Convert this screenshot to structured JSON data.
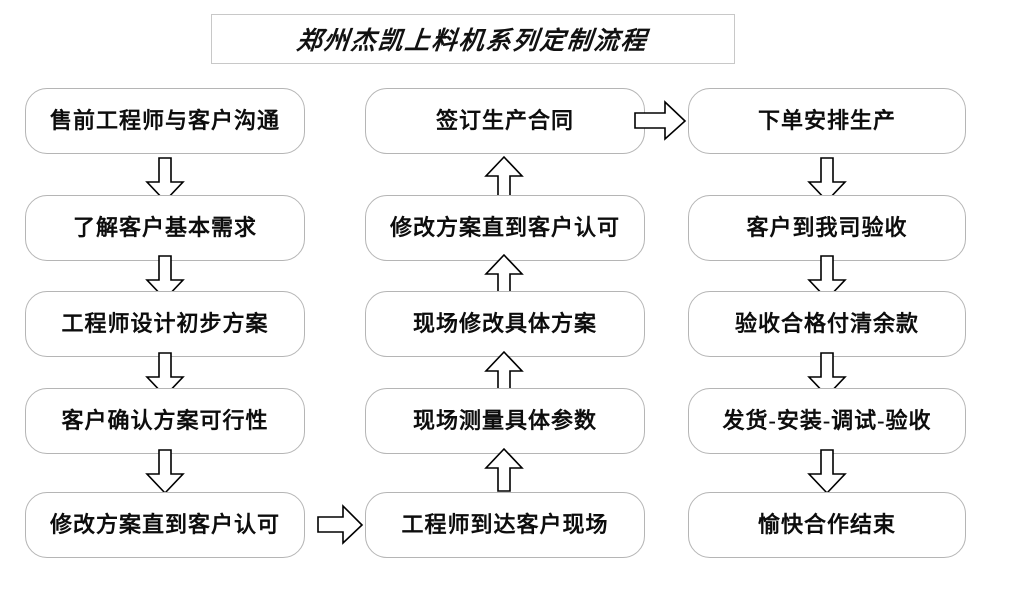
{
  "title": {
    "text": "郑州杰凯上料机系列定制流程"
  },
  "colors": {
    "box_border": "#b5b5b5",
    "title_border": "#c8c8c8",
    "text": "#0d0d0d",
    "arrow_stroke": "#000000",
    "arrow_fill": "#ffffff",
    "background": "#ffffff"
  },
  "columns": [
    {
      "id": "column-1",
      "flow": "down",
      "nodes": [
        {
          "id": "node-1-1",
          "label": "售前工程师与客户沟通"
        },
        {
          "id": "node-1-2",
          "label": "了解客户基本需求"
        },
        {
          "id": "node-1-3",
          "label": "工程师设计初步方案"
        },
        {
          "id": "node-1-4",
          "label": "客户确认方案可行性"
        },
        {
          "id": "node-1-5",
          "label": "修改方案直到客户认可"
        }
      ]
    },
    {
      "id": "column-2",
      "flow": "up",
      "nodes": [
        {
          "id": "node-2-1",
          "label": "签订生产合同"
        },
        {
          "id": "node-2-2",
          "label": "修改方案直到客户认可"
        },
        {
          "id": "node-2-3",
          "label": "现场修改具体方案"
        },
        {
          "id": "node-2-4",
          "label": "现场测量具体参数"
        },
        {
          "id": "node-2-5",
          "label": "工程师到达客户现场"
        }
      ]
    },
    {
      "id": "column-3",
      "flow": "down",
      "nodes": [
        {
          "id": "node-3-1",
          "label": "下单安排生产"
        },
        {
          "id": "node-3-2",
          "label": "客户到我司验收"
        },
        {
          "id": "node-3-3",
          "label": "验收合格付清余款"
        },
        {
          "id": "node-3-4",
          "label": "发货-安装-调试-验收"
        },
        {
          "id": "node-3-5",
          "label": "愉快合作结束"
        }
      ]
    }
  ],
  "connectors": [
    {
      "id": "arrow-1-1-to-1-2",
      "direction": "down"
    },
    {
      "id": "arrow-1-2-to-1-3",
      "direction": "down"
    },
    {
      "id": "arrow-1-3-to-1-4",
      "direction": "down"
    },
    {
      "id": "arrow-1-4-to-1-5",
      "direction": "down"
    },
    {
      "id": "arrow-1-5-to-2-5",
      "direction": "right"
    },
    {
      "id": "arrow-2-5-to-2-4",
      "direction": "up"
    },
    {
      "id": "arrow-2-4-to-2-3",
      "direction": "up"
    },
    {
      "id": "arrow-2-3-to-2-2",
      "direction": "up"
    },
    {
      "id": "arrow-2-2-to-2-1",
      "direction": "up"
    },
    {
      "id": "arrow-2-1-to-3-1",
      "direction": "right"
    },
    {
      "id": "arrow-3-1-to-3-2",
      "direction": "down"
    },
    {
      "id": "arrow-3-2-to-3-3",
      "direction": "down"
    },
    {
      "id": "arrow-3-3-to-3-4",
      "direction": "down"
    },
    {
      "id": "arrow-3-4-to-3-5",
      "direction": "down"
    }
  ]
}
